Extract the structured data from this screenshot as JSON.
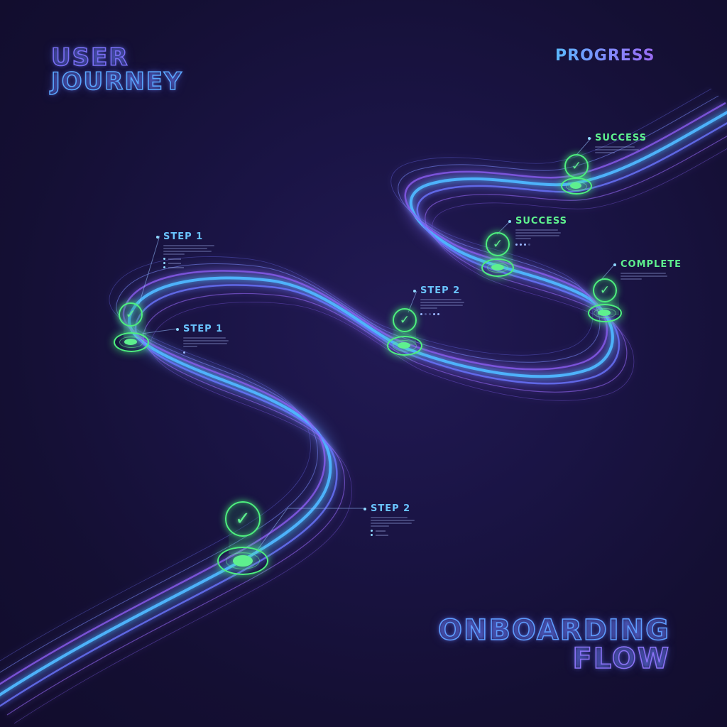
{
  "titles": {
    "top_left": {
      "line1": "USER",
      "line2": "JOURNEY"
    },
    "top_right": "PROGRESS",
    "bottom_right": {
      "line1": "ONBOARDING",
      "line2": "FLOW"
    }
  },
  "colors": {
    "background": "#140f33",
    "road_primary": "#4fb6ff",
    "road_secondary": "#8a5cf0",
    "milestone_green": "#4ef07e",
    "label_green": "#5ef08e",
    "label_blue": "#6ac4ff"
  },
  "milestones": [
    {
      "id": "m1",
      "label": "STEP 2",
      "icon": "check-icon",
      "state": "done"
    },
    {
      "id": "m2",
      "label": "STEP 1",
      "icon": "check-icon",
      "state": "done"
    },
    {
      "id": "m3",
      "label": "STEP 2",
      "icon": "check-icon",
      "state": "done"
    },
    {
      "id": "m4",
      "label": "COMPLETE",
      "icon": "check-icon",
      "state": "done"
    },
    {
      "id": "m5",
      "label": "SUCCESS",
      "icon": "check-icon",
      "state": "done"
    },
    {
      "id": "m6",
      "label": "SUCCESS",
      "icon": "check-icon",
      "state": "done"
    }
  ],
  "callouts": [
    {
      "id": "c-step1-upper",
      "label": "STEP 1",
      "style": "blue"
    },
    {
      "id": "c-step1-lower",
      "label": "STEP 1",
      "style": "blue"
    },
    {
      "id": "c-step2-mid",
      "label": "STEP 2",
      "style": "blue"
    },
    {
      "id": "c-step2-bottom",
      "label": "STEP 2",
      "style": "blue"
    },
    {
      "id": "c-success-mid",
      "label": "SUCCESS",
      "style": "green"
    },
    {
      "id": "c-complete",
      "label": "COMPLETE",
      "style": "green"
    },
    {
      "id": "c-success-top",
      "label": "SUCCESS",
      "style": "green"
    }
  ],
  "icons": {
    "check": "✓"
  }
}
